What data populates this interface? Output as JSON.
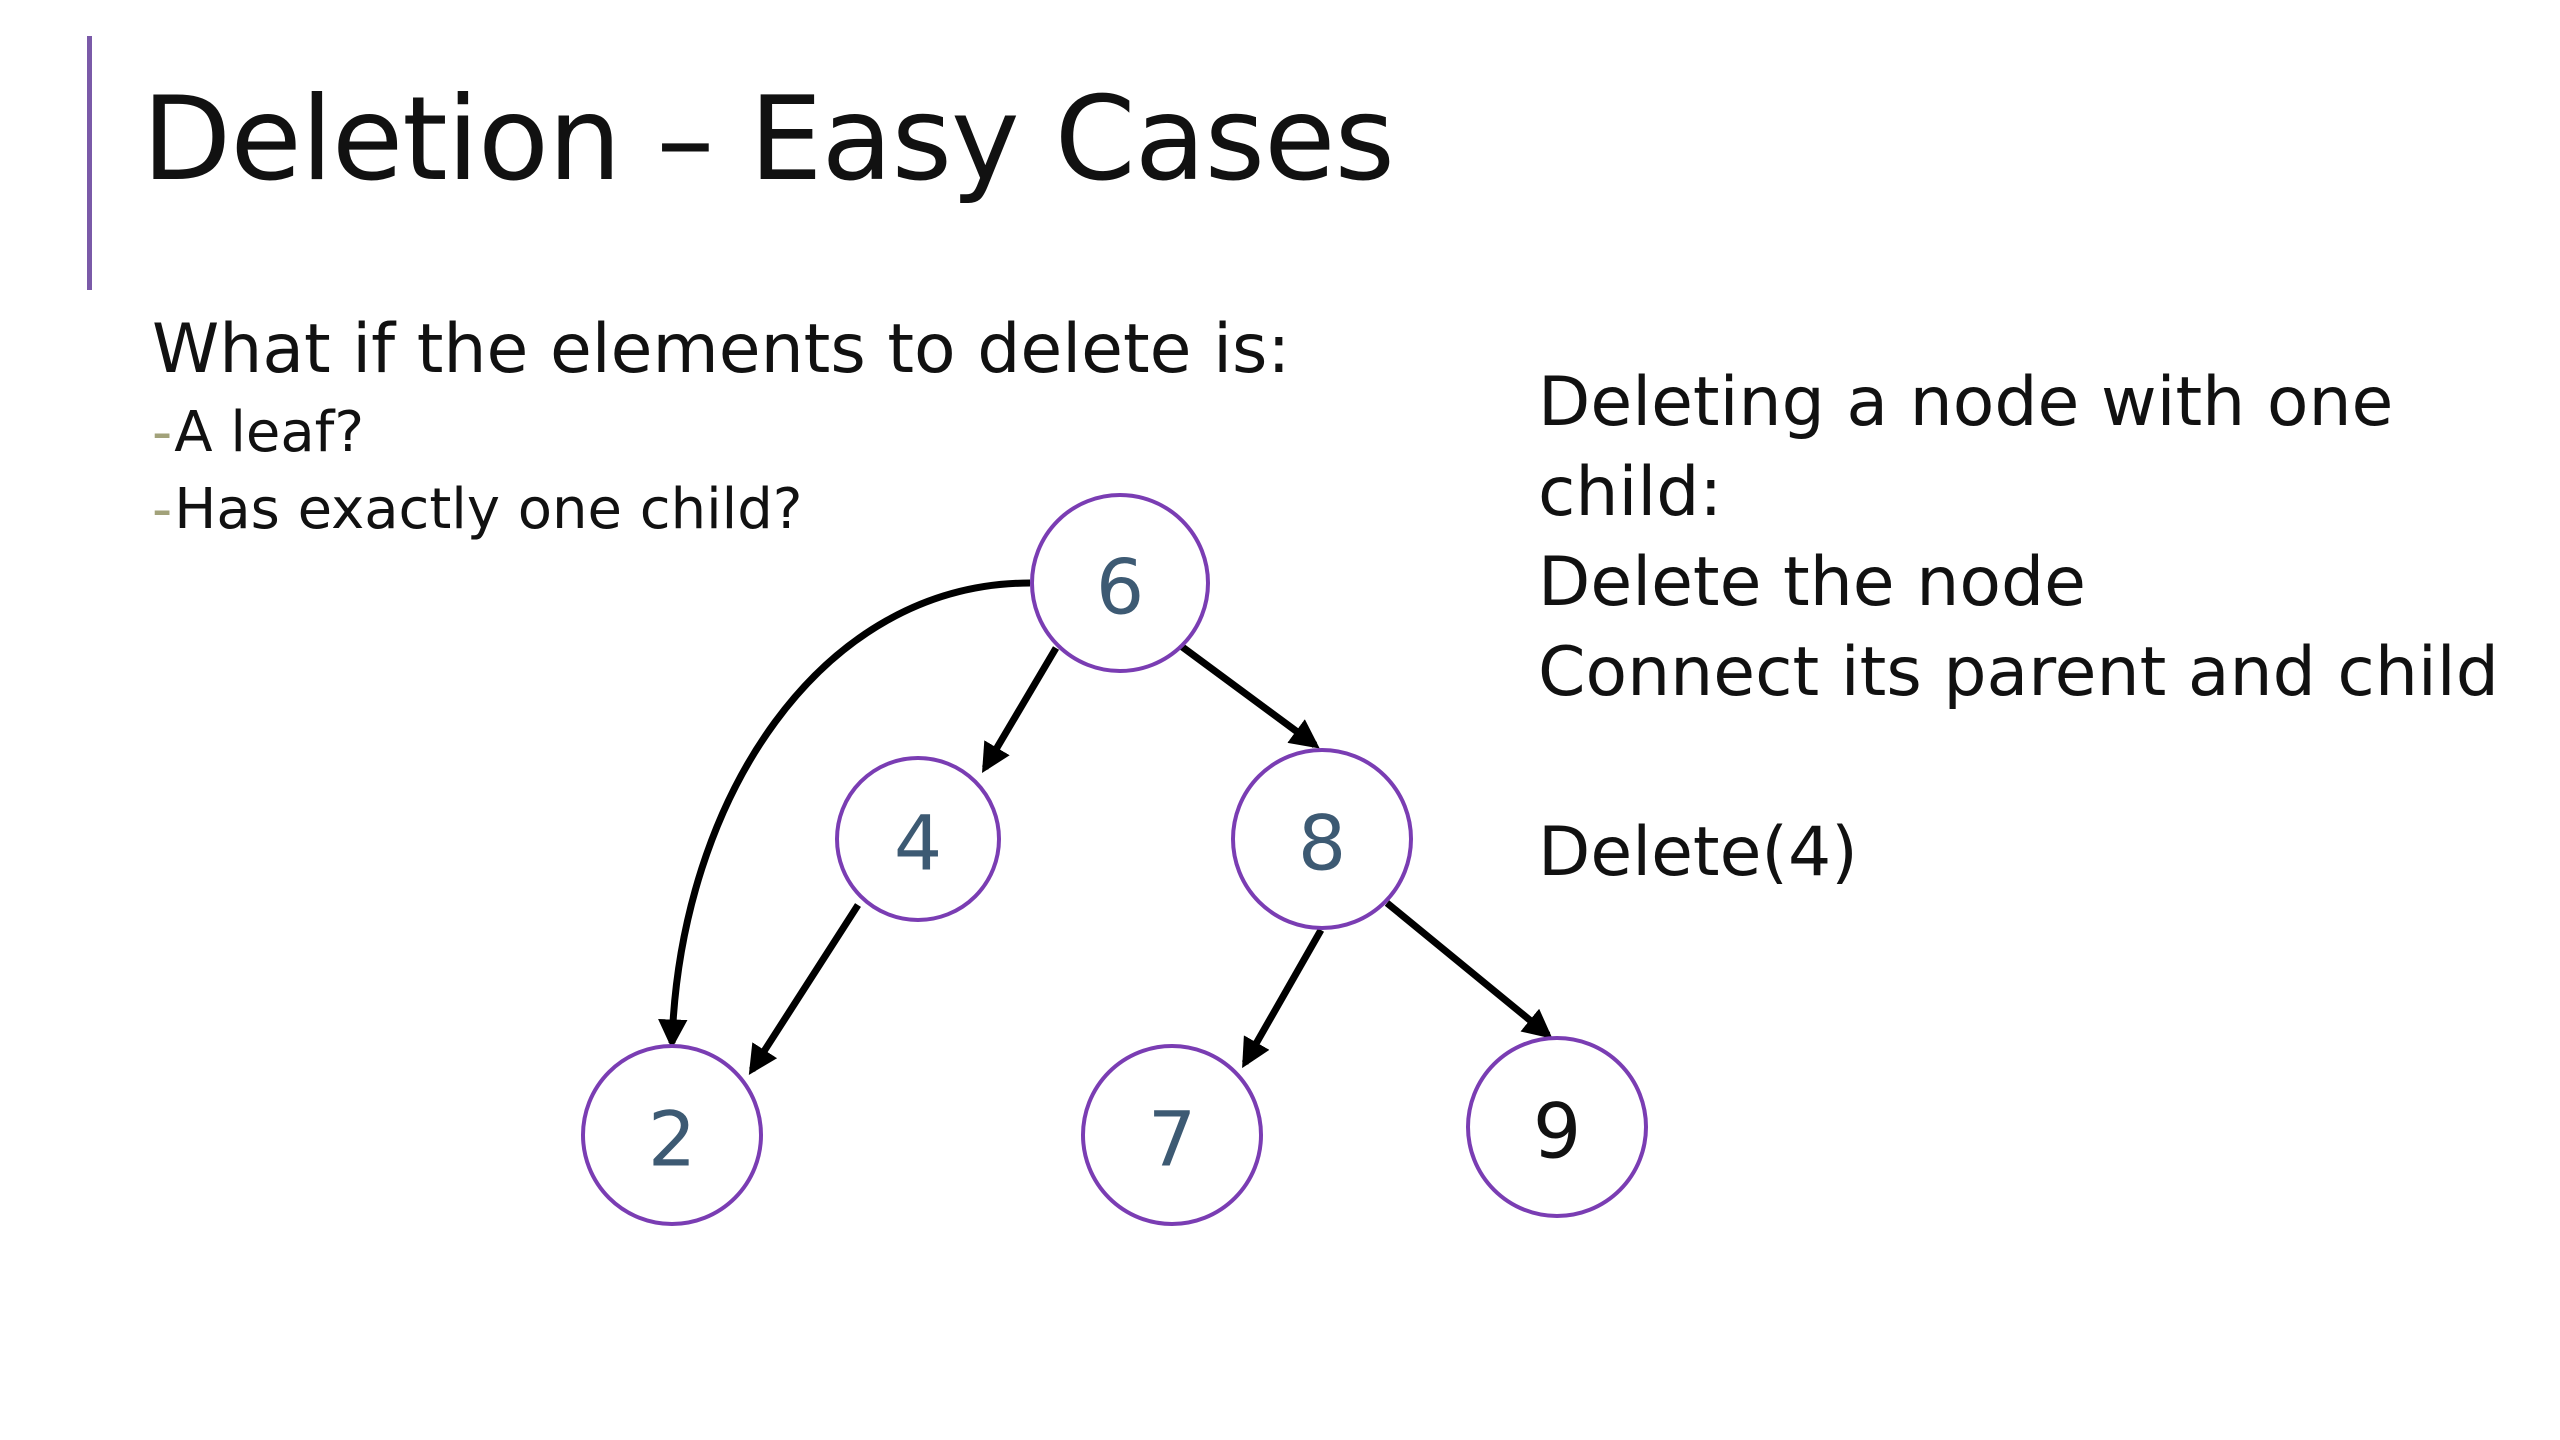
{
  "slide": {
    "title": "Deletion – Easy Cases",
    "question": "What if the elements to delete is:",
    "bullets": [
      {
        "dash": "-",
        "text": "A leaf?"
      },
      {
        "dash": "-",
        "text": "Has exactly one child?"
      }
    ],
    "notes": {
      "line1": "Deleting a node with one",
      "line2": "child:",
      "line3": "Delete the node",
      "line4": "Connect its parent and child",
      "line5": "Delete(4)"
    }
  },
  "tree": {
    "nodes": [
      {
        "id": "n6",
        "label": "6",
        "color": "#3d5a73"
      },
      {
        "id": "n4",
        "label": "4",
        "color": "#3d5a73"
      },
      {
        "id": "n8",
        "label": "8",
        "color": "#3d5a73"
      },
      {
        "id": "n2",
        "label": "2",
        "color": "#3d5a73"
      },
      {
        "id": "n7",
        "label": "7",
        "color": "#3d5a73"
      },
      {
        "id": "n9",
        "label": "9",
        "color": "#111111"
      }
    ],
    "edges": [
      {
        "from": "6",
        "to": "4"
      },
      {
        "from": "6",
        "to": "8"
      },
      {
        "from": "4",
        "to": "2"
      },
      {
        "from": "8",
        "to": "7"
      },
      {
        "from": "8",
        "to": "9"
      },
      {
        "from": "6",
        "to": "2",
        "style": "curved"
      }
    ]
  },
  "colors": {
    "accent": "#7a5aa8",
    "node_border": "#7a3db3",
    "node_text": "#3d5a73",
    "bullet_dash": "#a2a27a",
    "arrow": "#000000"
  }
}
